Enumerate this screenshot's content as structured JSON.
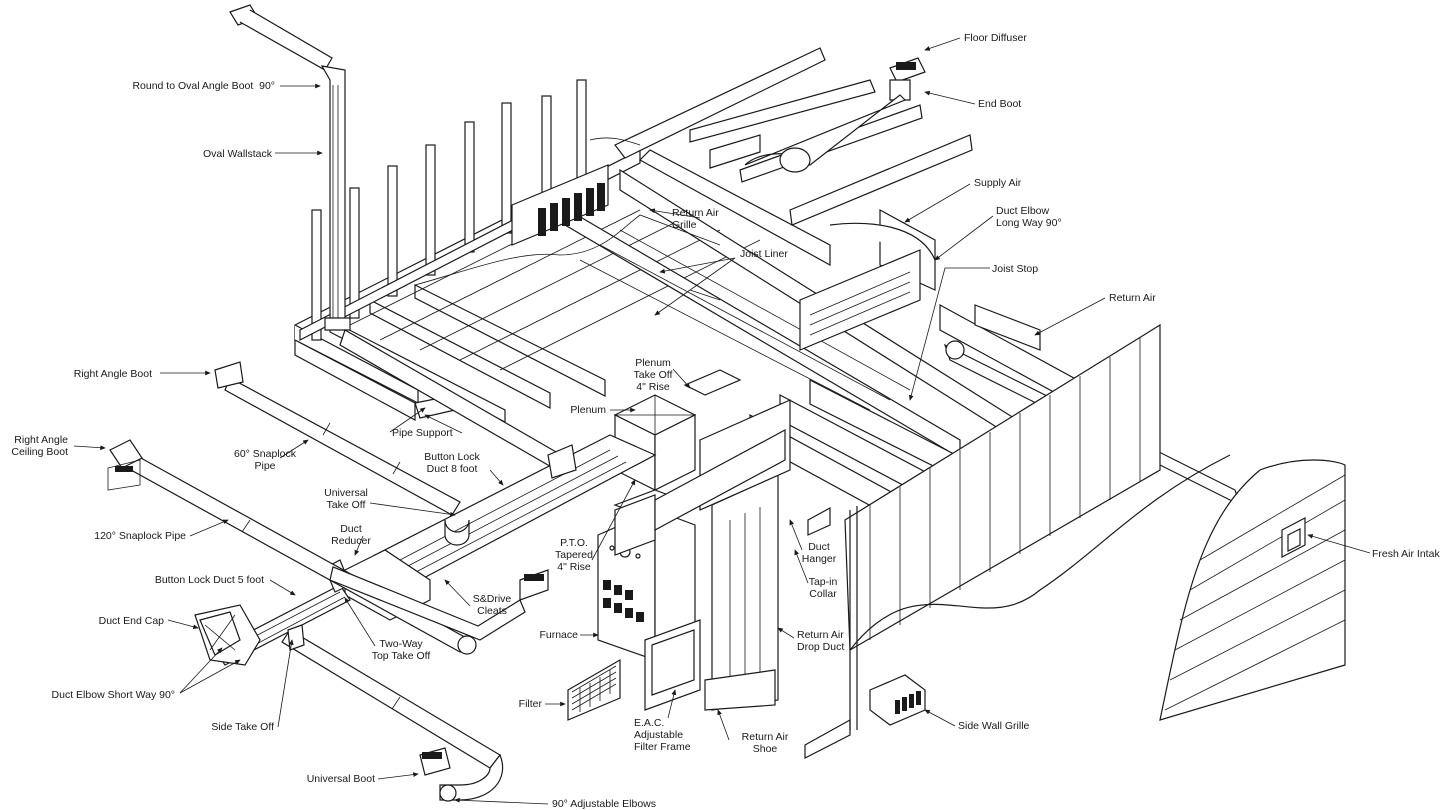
{
  "labels": {
    "round_to_oval_angle_boot": "Round to Oval Angle Boot  90°",
    "oval_wallstack": "Oval Wallstack",
    "right_angle_boot": "Right Angle Boot",
    "right_angle_ceiling_boot": "Right Angle\nCeiling Boot",
    "snaplock_60": "60° Snaplock\nPipe",
    "snaplock_120": "120° Snaplock Pipe",
    "button_lock_5": "Button Lock Duct 5 foot",
    "duct_end_cap": "Duct End Cap",
    "duct_elbow_short": "Duct Elbow Short Way 90°",
    "side_take_off": "Side Take Off",
    "universal_boot": "Universal Boot",
    "adjustable_elbows": "90° Adjustable Elbows",
    "pipe_support": "Pipe Support",
    "button_lock_8": "Button Lock\nDuct 8 foot",
    "universal_take_off": "Universal\nTake Off",
    "duct_reducer": "Duct\nReducer",
    "sdrive_cleats": "S&Drive\nCleats",
    "two_way_top_take_off": "Two-Way\nTop Take Off",
    "plenum": "Plenum",
    "plenum_take_off": "Plenum\nTake Off\n4\" Rise",
    "pto_tapered": "P.T.O.\nTapered\n4\" Rise",
    "furnace": "Furnace",
    "filter": "Filter",
    "eac_filter_frame": "E.A.C.\nAdjustable\nFilter Frame",
    "return_air_shoe": "Return Air\nShoe",
    "return_air_drop_duct": "Return Air\nDrop Duct",
    "tap_in_collar": "Tap-in\nCollar",
    "duct_hanger": "Duct\nHanger",
    "return_air_grille": "Return Air\nGrille",
    "joist_liner": "Joist Liner",
    "floor_diffuser": "Floor Diffuser",
    "end_boot": "End Boot",
    "supply_air": "Supply Air",
    "duct_elbow_long": "Duct Elbow\nLong Way 90°",
    "joist_stop": "Joist Stop",
    "return_air": "Return Air",
    "fresh_air_intake": "Fresh Air Intake",
    "side_wall_grille": "Side Wall Grille"
  },
  "colors": {
    "ink": "#1a1a1a",
    "paper": "#ffffff"
  }
}
